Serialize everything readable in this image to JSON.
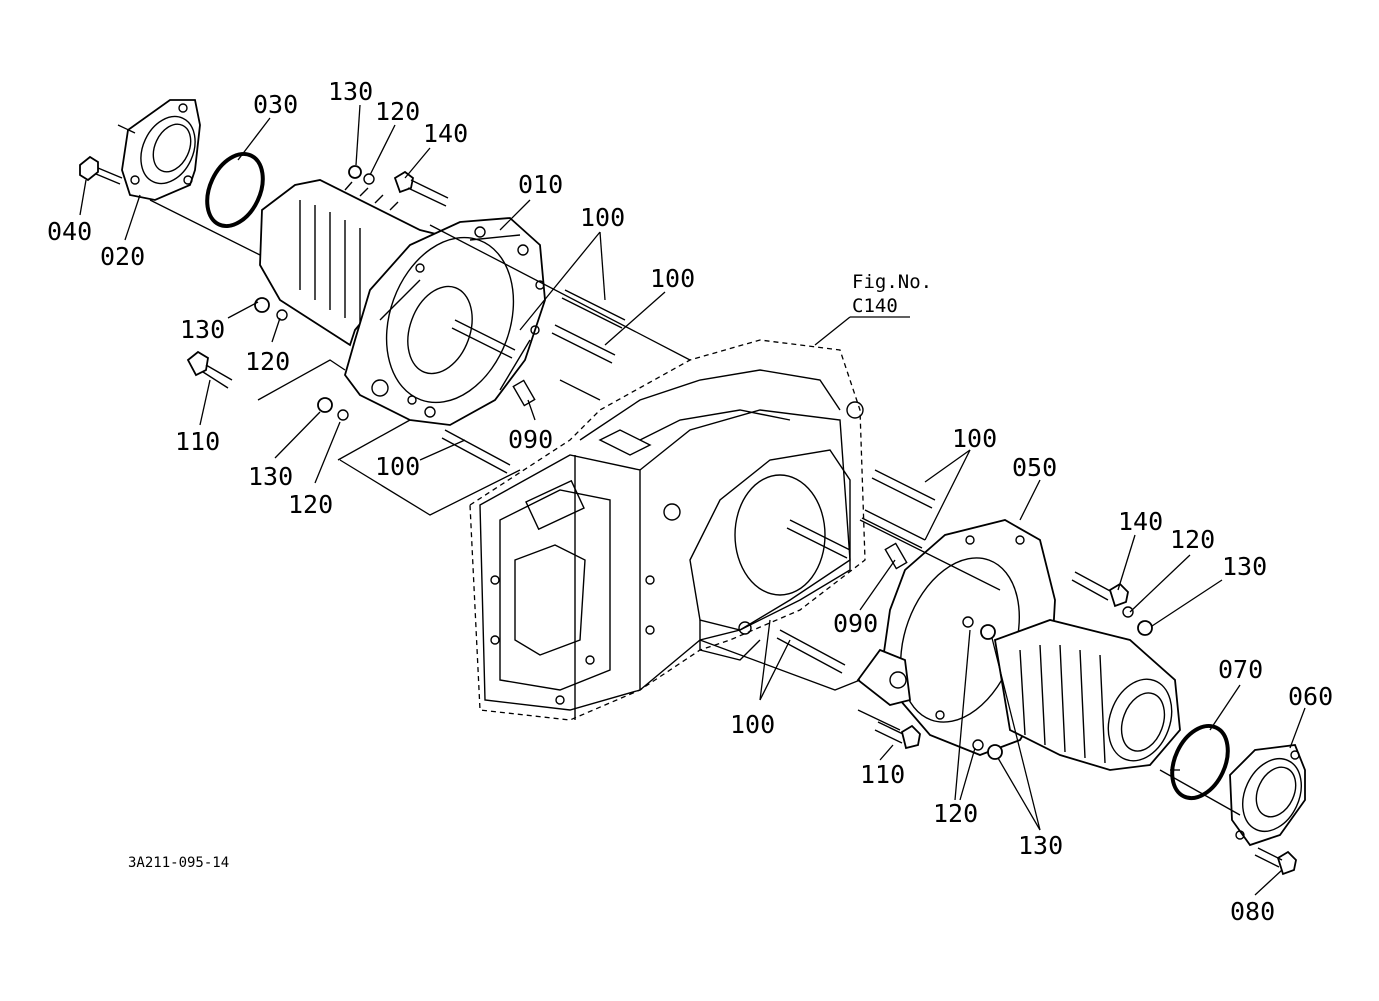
{
  "figure_ref": {
    "line1": "Fig.No.",
    "line2": "C140"
  },
  "drawing_code": "3A211-095-14",
  "labels": {
    "l030": "030",
    "l130a": "130",
    "l120a": "120",
    "l140a": "140",
    "l010": "010",
    "l040": "040",
    "l020": "020",
    "l100a": "100",
    "l100b": "100",
    "l130b": "130",
    "l120b": "120",
    "l110a": "110",
    "l090a": "090",
    "l130c": "130",
    "l120c": "120",
    "l100c": "100",
    "l100d": "100",
    "l050": "050",
    "l140b": "140",
    "l120d": "120",
    "l130d": "130",
    "l090b": "090",
    "l070": "070",
    "l060": "060",
    "l100e": "100",
    "l110b": "110",
    "l120e": "120",
    "l130e": "130",
    "l080": "080"
  }
}
